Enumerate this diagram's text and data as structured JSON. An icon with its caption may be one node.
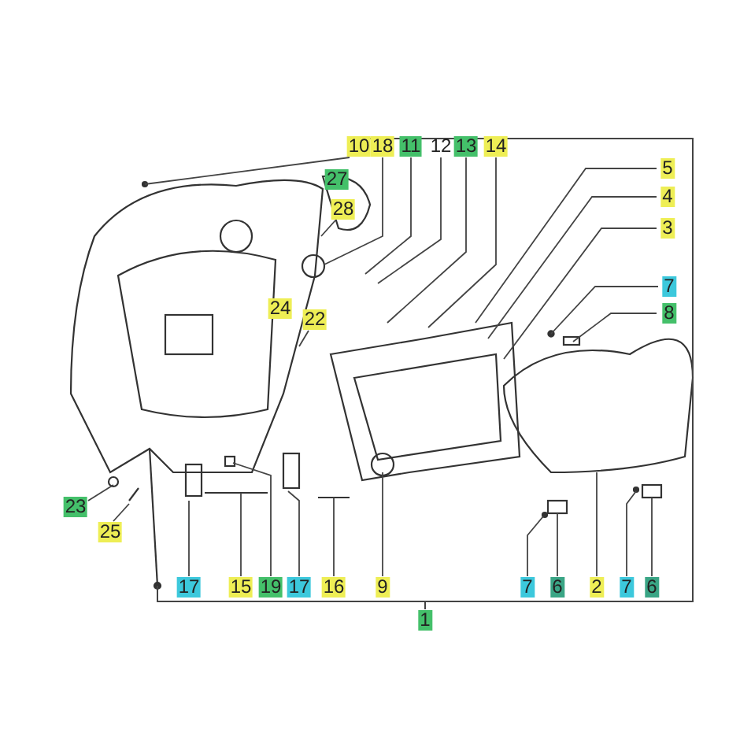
{
  "diagram": {
    "nodes": [
      {
        "text": [
          "10"
        ]
      },
      {
        "text": [
          "18"
        ]
      },
      {
        "text": [
          "11"
        ]
      },
      {
        "text": [
          "12"
        ]
      },
      {
        "text": [
          "13"
        ]
      },
      {
        "text": [
          "14"
        ]
      },
      {
        "text": [
          "5"
        ]
      },
      {
        "text": [
          "27"
        ]
      },
      {
        "text": [
          "4"
        ]
      },
      {
        "text": [
          "3"
        ]
      },
      {
        "text": [
          "28"
        ]
      },
      {
        "text": [
          "7"
        ]
      },
      {
        "text": [
          "24"
        ]
      },
      {
        "text": [
          "22"
        ]
      },
      {
        "text": [
          "8"
        ]
      },
      {
        "text": [
          "23"
        ]
      },
      {
        "text": [
          "25"
        ]
      },
      {
        "text": [
          "17"
        ]
      },
      {
        "text": [
          "15"
        ]
      },
      {
        "text": [
          "19"
        ]
      },
      {
        "text": [
          "17"
        ]
      },
      {
        "text": [
          "16"
        ]
      },
      {
        "text": [
          "9"
        ]
      },
      {
        "text": [
          "7"
        ]
      },
      {
        "text": [
          "6"
        ]
      },
      {
        "text": [
          "2"
        ]
      },
      {
        "text": [
          "7"
        ]
      },
      {
        "text": [
          "6"
        ]
      }
    ],
    "edges": [
      {
        "from": 0,
        "to": null,
        "arrow": "none"
      },
      {
        "from": 1,
        "to": null,
        "arrow": "none"
      },
      {
        "from": 2,
        "to": null,
        "arrow": "none"
      },
      {
        "from": 3,
        "to": null,
        "arrow": "none"
      },
      {
        "from": 4,
        "to": null,
        "arrow": "none"
      },
      {
        "from": 5,
        "to": null,
        "arrow": "none"
      },
      {
        "from": 6,
        "to": null,
        "arrow": "none"
      },
      {
        "from": 8,
        "to": null,
        "arrow": "none"
      },
      {
        "from": 9,
        "to": null,
        "arrow": "none"
      },
      {
        "from": 10,
        "to": null,
        "arrow": "none"
      },
      {
        "from": 11,
        "to": null,
        "arrow": "none"
      },
      {
        "from": 13,
        "to": null,
        "arrow": "none"
      },
      {
        "from": 14,
        "to": null,
        "arrow": "none"
      },
      {
        "from": 15,
        "to": null,
        "arrow": "none"
      },
      {
        "from": 16,
        "to": null,
        "arrow": "none"
      },
      {
        "from": 17,
        "to": null,
        "arrow": "none"
      },
      {
        "from": 18,
        "to": null,
        "arrow": "none"
      },
      {
        "from": 19,
        "to": null,
        "arrow": "none"
      },
      {
        "from": 20,
        "to": null,
        "arrow": "none"
      },
      {
        "from": 21,
        "to": null,
        "arrow": "none"
      },
      {
        "from": 22,
        "to": null,
        "arrow": "none"
      },
      {
        "from": 23,
        "to": null,
        "arrow": "none"
      },
      {
        "from": 24,
        "to": null,
        "arrow": "none"
      },
      {
        "from": 25,
        "to": null,
        "arrow": "none"
      },
      {
        "from": 26,
        "to": null,
        "arrow": "none"
      },
      {
        "from": 27,
        "to": null,
        "arrow": "none"
      }
    ],
    "labels": [
      "1"
    ]
  }
}
